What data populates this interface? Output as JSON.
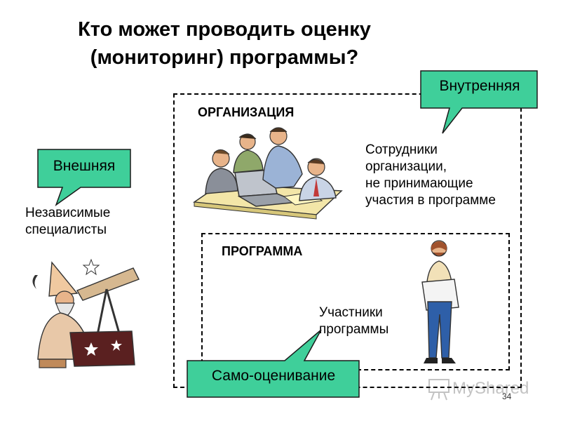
{
  "title": [
    "Кто может проводить оценку",
    "(мониторинг) программы?"
  ],
  "callouts": {
    "internal": "Внутренняя",
    "external": "Внешняя",
    "self": "Само-оценивание"
  },
  "organization": {
    "heading": "ОРГАНИЗАЦИЯ",
    "description": [
      "Сотрудники",
      "организации,",
      "не принимающие",
      "участия в программе"
    ]
  },
  "program": {
    "heading": "ПРОГРАММА",
    "description": [
      "Участники",
      "программы"
    ]
  },
  "external_desc": [
    "Независимые",
    "специалисты"
  ],
  "page_number": "34",
  "watermark": "MyShared",
  "colors": {
    "callout_fill": "#3fcf9a",
    "callout_border": "#1a1a1a"
  },
  "icons": [
    "team-meeting-illustration",
    "wizard-telescope-illustration",
    "man-holding-folder-illustration"
  ]
}
